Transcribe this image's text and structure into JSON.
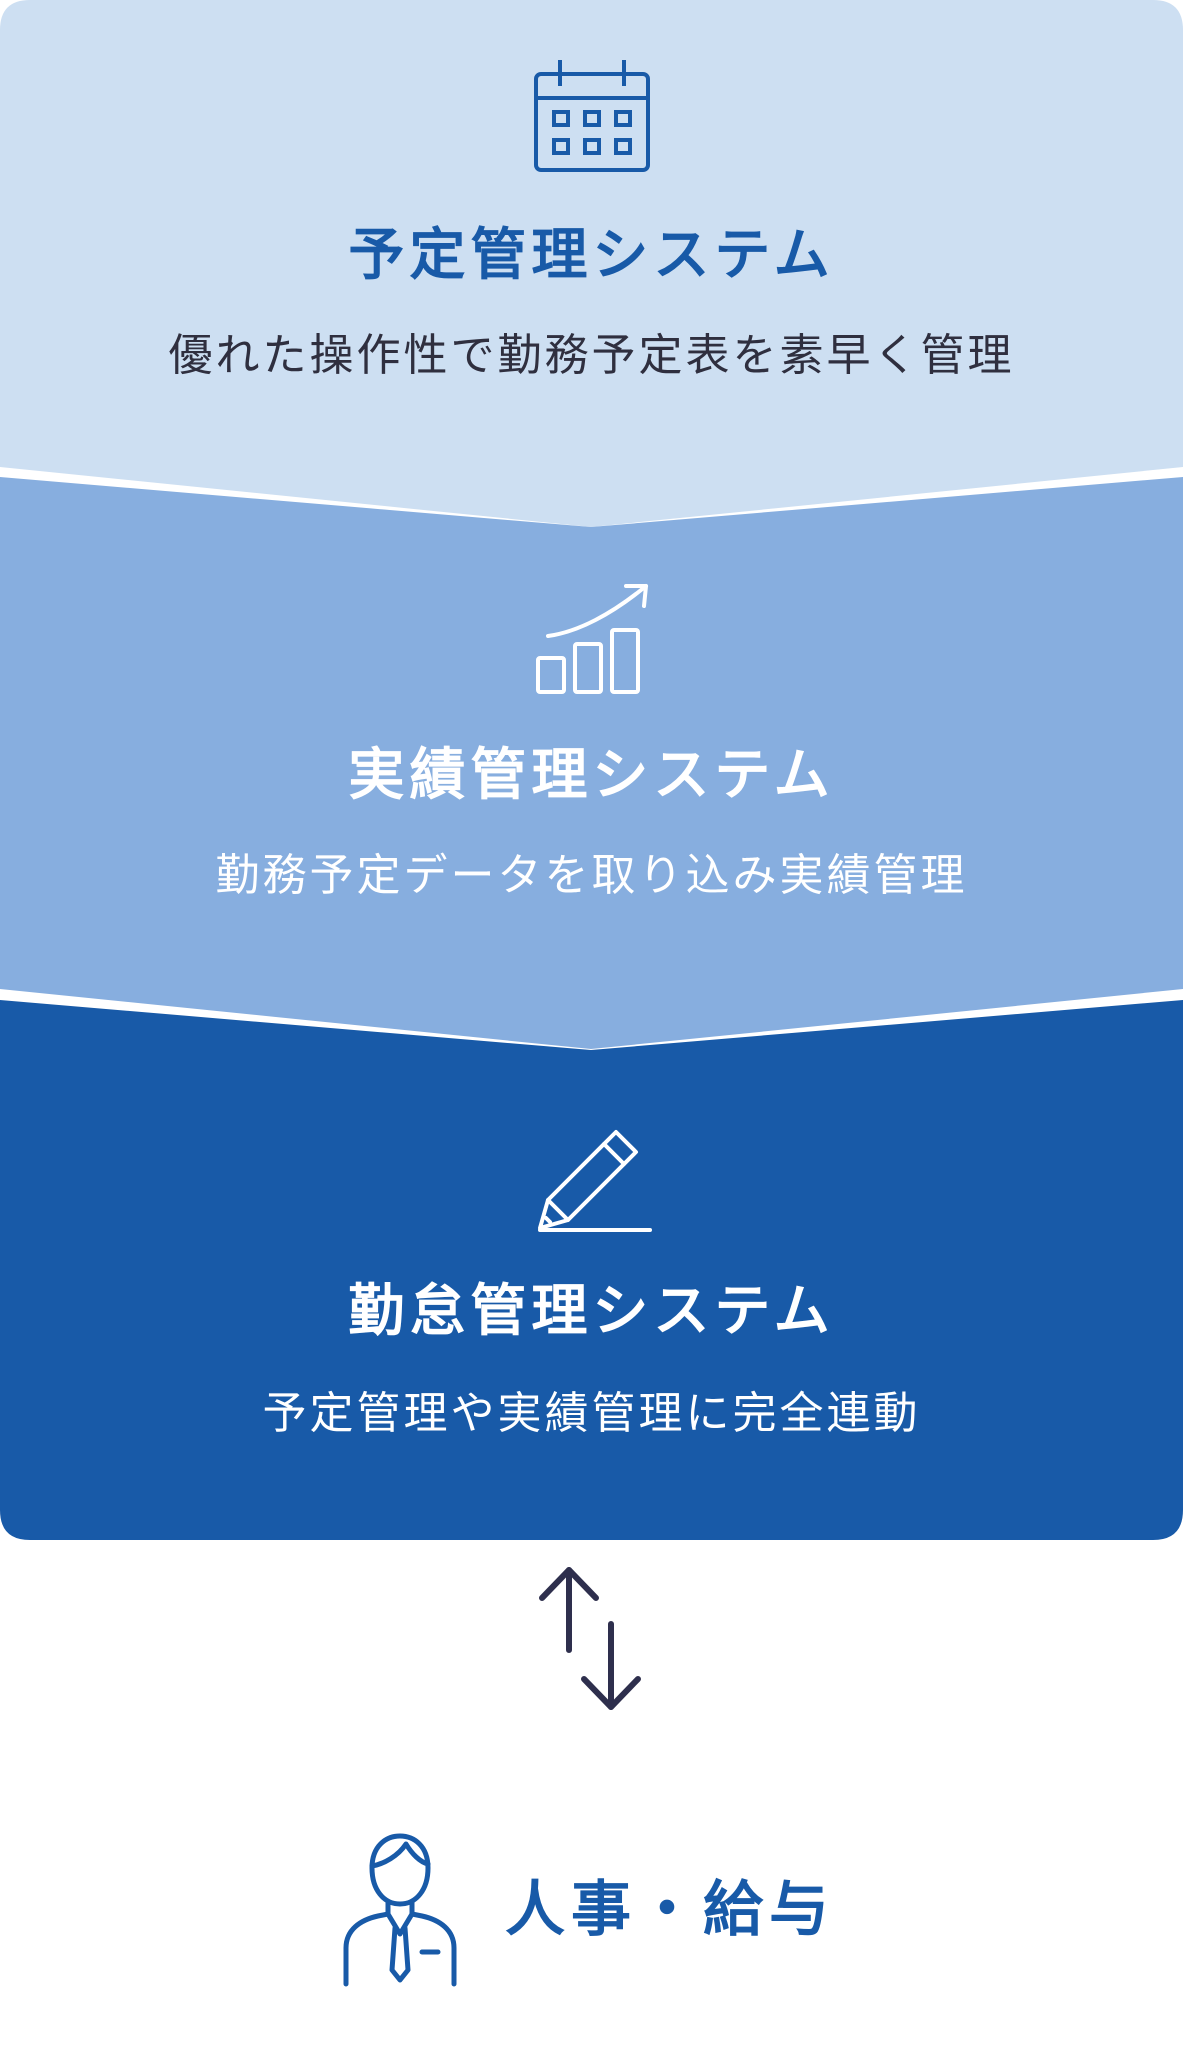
{
  "colors": {
    "layer1_bg": "#cddff2",
    "layer2_bg": "#87aedf",
    "layer3_bg": "#185aa8",
    "title_blue": "#185aa8",
    "desc_dark": "#2f2f3f",
    "white": "#ffffff",
    "arrow_dark": "#2e2f4d"
  },
  "layers": [
    {
      "icon": "calendar-icon",
      "title": "予定管理システム",
      "description": "優れた操作性で勤務予定表を素早く管理"
    },
    {
      "icon": "growth-chart-icon",
      "title": "実績管理システム",
      "description": "勤務予定データを取り込み実績管理"
    },
    {
      "icon": "pencil-icon",
      "title": "勤怠管理システム",
      "description": "予定管理や実績管理に完全連動"
    }
  ],
  "connector": {
    "icon": "bidirectional-arrows-icon"
  },
  "output": {
    "icon": "person-icon",
    "label": "人事・給与"
  }
}
